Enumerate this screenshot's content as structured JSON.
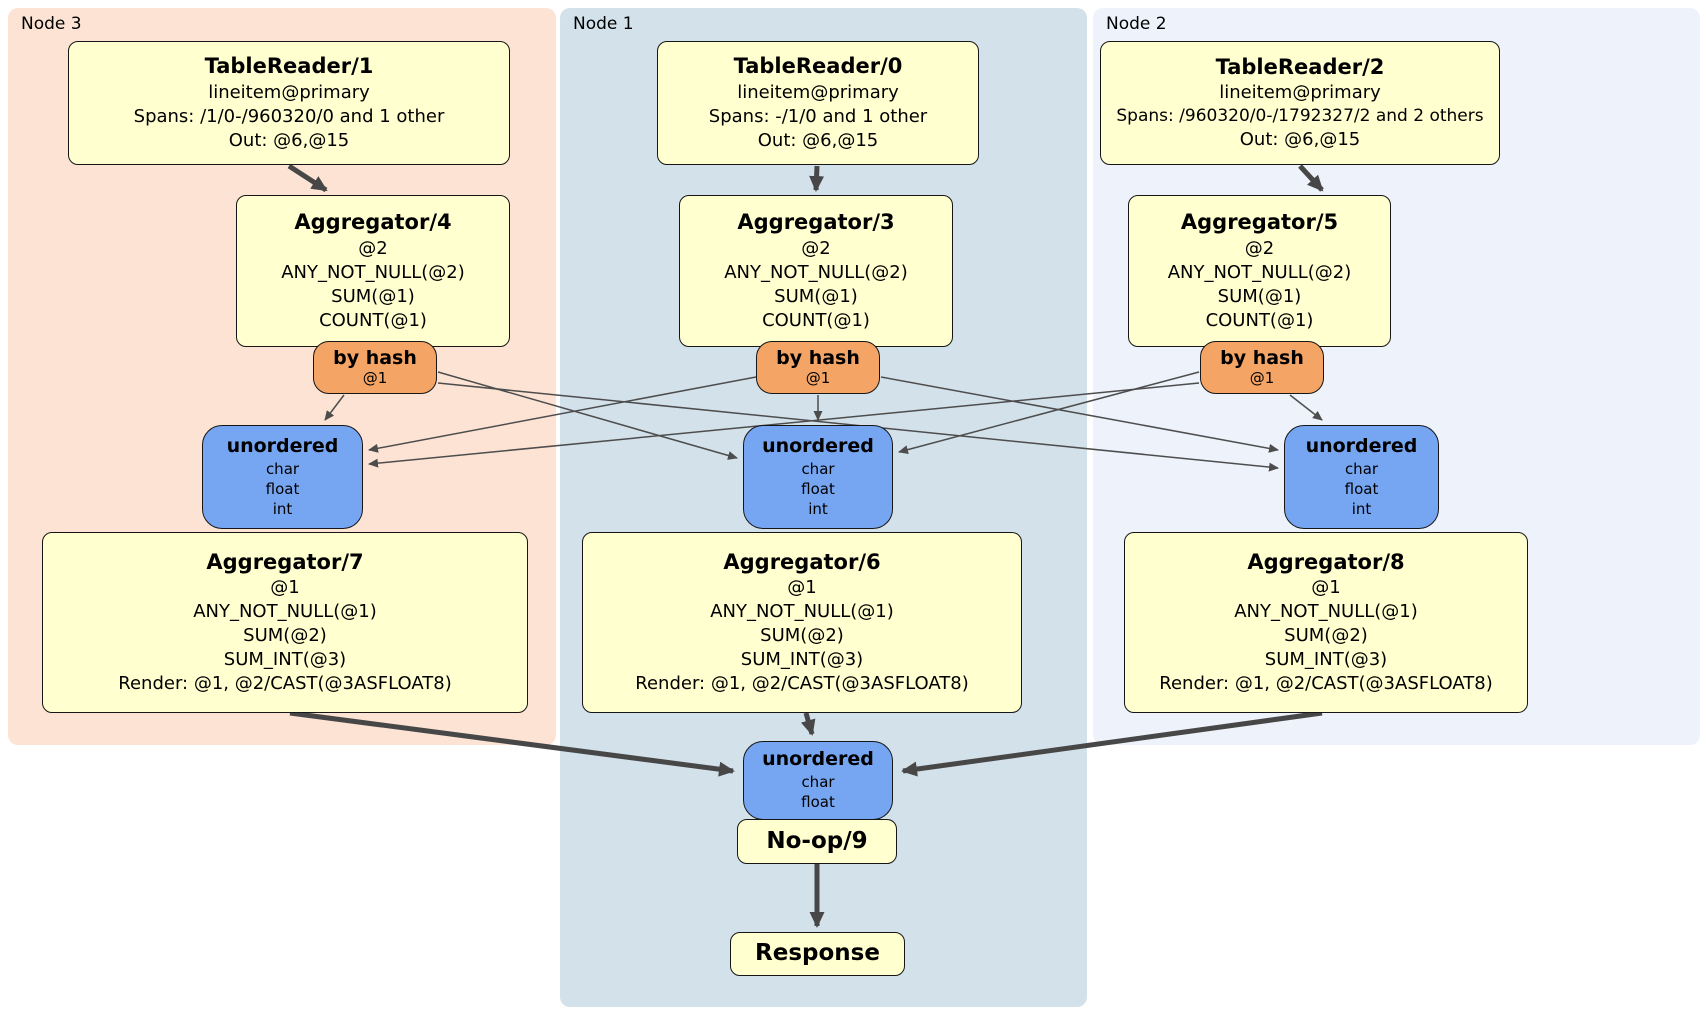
{
  "nodes": [
    {
      "label": "Node 3"
    },
    {
      "label": "Node 1"
    },
    {
      "label": "Node 2"
    }
  ],
  "boxes": {
    "tr1": {
      "title": "TableReader/1",
      "lines": [
        "lineitem@primary",
        "Spans: /1/0-/960320/0 and 1 other",
        "Out: @6,@15"
      ]
    },
    "tr0": {
      "title": "TableReader/0",
      "lines": [
        "lineitem@primary",
        "Spans: -/1/0 and 1 other",
        "Out: @6,@15"
      ]
    },
    "tr2": {
      "title": "TableReader/2",
      "lines": [
        "lineitem@primary",
        "Spans: /960320/0-/1792327/2 and 2 others",
        "Out: @6,@15"
      ]
    },
    "agg4": {
      "title": "Aggregator/4",
      "lines": [
        "@2",
        "ANY_NOT_NULL(@2)",
        "SUM(@1)",
        "COUNT(@1)"
      ]
    },
    "agg3": {
      "title": "Aggregator/3",
      "lines": [
        "@2",
        "ANY_NOT_NULL(@2)",
        "SUM(@1)",
        "COUNT(@1)"
      ]
    },
    "agg5": {
      "title": "Aggregator/5",
      "lines": [
        "@2",
        "ANY_NOT_NULL(@2)",
        "SUM(@1)",
        "COUNT(@1)"
      ]
    },
    "agg7": {
      "title": "Aggregator/7",
      "lines": [
        "@1",
        "ANY_NOT_NULL(@1)",
        "SUM(@2)",
        "SUM_INT(@3)",
        "Render: @1, @2/CAST(@3ASFLOAT8)"
      ]
    },
    "agg6": {
      "title": "Aggregator/6",
      "lines": [
        "@1",
        "ANY_NOT_NULL(@1)",
        "SUM(@2)",
        "SUM_INT(@3)",
        "Render: @1, @2/CAST(@3ASFLOAT8)"
      ]
    },
    "agg8": {
      "title": "Aggregator/8",
      "lines": [
        "@1",
        "ANY_NOT_NULL(@1)",
        "SUM(@2)",
        "SUM_INT(@3)",
        "Render: @1, @2/CAST(@3ASFLOAT8)"
      ]
    },
    "noop": {
      "title": "No-op/9"
    },
    "response": {
      "title": "Response"
    }
  },
  "routers": {
    "bh3": {
      "title": "by hash",
      "detail": "@1"
    },
    "bh1": {
      "title": "by hash",
      "detail": "@1"
    },
    "bh2": {
      "title": "by hash",
      "detail": "@1"
    }
  },
  "syncs": {
    "u3": {
      "title": "unordered",
      "items": [
        "char",
        "float",
        "int"
      ]
    },
    "u1": {
      "title": "unordered",
      "items": [
        "char",
        "float",
        "int"
      ]
    },
    "u2": {
      "title": "unordered",
      "items": [
        "char",
        "float",
        "int"
      ]
    },
    "ub": {
      "title": "unordered",
      "items": [
        "char",
        "float"
      ]
    }
  },
  "colors": {
    "node3_bg": "#fce3d3",
    "node1_bg": "#d3e1ea",
    "node2_bg": "#edf2fb",
    "processor_bg": "#ffffd0",
    "hash_router_bg": "#f4a465",
    "sync_bg": "#76a6f2",
    "edge": "#474747"
  }
}
